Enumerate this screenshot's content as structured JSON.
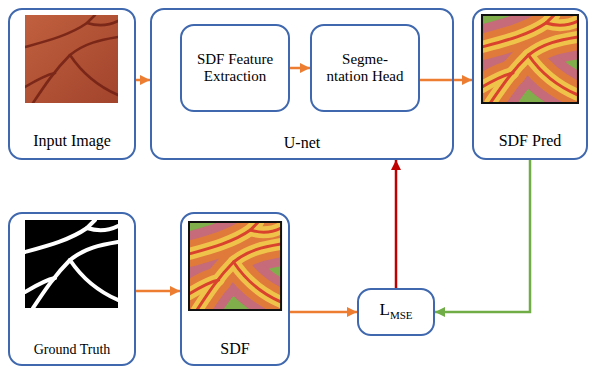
{
  "diagram": {
    "nodes": [
      {
        "text": [
          "Input Image"
        ]
      },
      {
        "text": [
          "U-net"
        ]
      },
      {
        "text": [
          "SDF Feature Extraction"
        ],
        "in": 1
      },
      {
        "text": [
          "Segme- ntation Head"
        ],
        "in": 1
      },
      {
        "text": [
          "SDF Pred"
        ]
      },
      {
        "text": [
          "Ground Truth"
        ]
      },
      {
        "text": [
          "SDF"
        ]
      },
      {
        "text": [
          "L",
          "MSE"
        ]
      }
    ],
    "edges": [
      {
        "from": 0,
        "to": 1,
        "arrow": "to"
      },
      {
        "from": 2,
        "to": 3,
        "arrow": "to"
      },
      {
        "from": 3,
        "to": 4,
        "arrow": "to"
      },
      {
        "from": 5,
        "to": 6,
        "arrow": "to"
      },
      {
        "from": 6,
        "to": 7,
        "arrow": "to"
      },
      {
        "from": 4,
        "to": 7,
        "arrow": "to"
      },
      {
        "from": 7,
        "to": 1,
        "arrow": "to"
      }
    ]
  }
}
